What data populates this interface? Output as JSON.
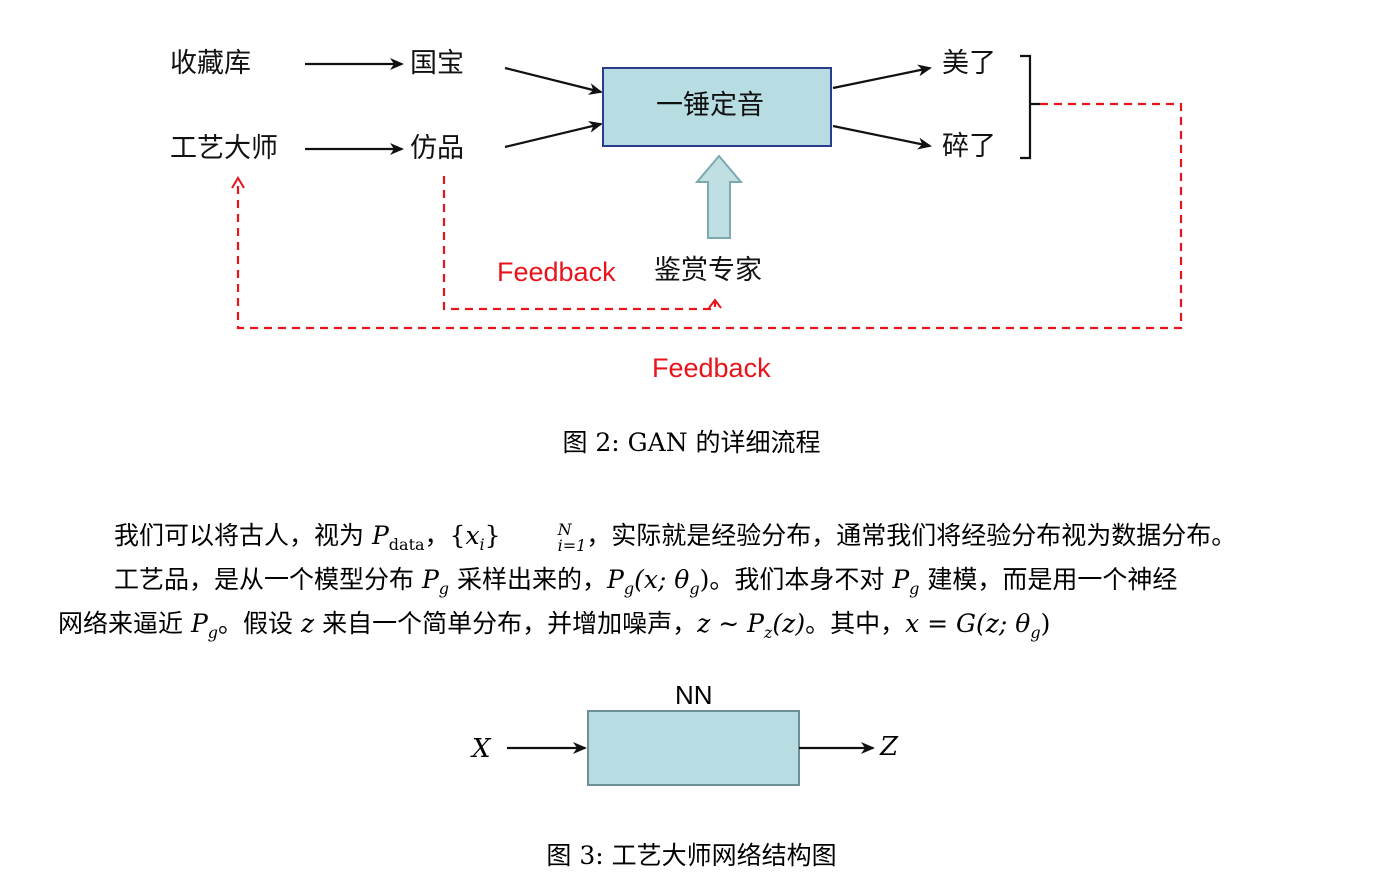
{
  "figure2": {
    "nodes": {
      "collection": "收藏库",
      "treasure": "国宝",
      "craftsman": "工艺大师",
      "fake": "仿品",
      "decision": "一锤定音",
      "beautiful": "美了",
      "broken": "碎了",
      "expert": "鉴赏专家"
    },
    "feedback_inner": "Feedback",
    "feedback_outer": "Feedback",
    "caption": "图 2: GAN 的详细流程",
    "colors": {
      "box_fill": "#b7dde3",
      "box_stroke": "#2b3c8c",
      "feedback": "#e8141b",
      "up_arrow_fill": "#bfdfe3",
      "up_arrow_stroke": "#7aa9b0"
    }
  },
  "paragraph": {
    "p1_a": "我们可以将古人，视为 ",
    "p1_P": "P",
    "p1_data": "data",
    "p1_b": "，{",
    "p1_x": "x",
    "p1_i": "i",
    "p1_c": "}",
    "p1_sup": "N",
    "p1_sub": "i=1",
    "p1_d": "，实际就是经验分布，通常我们将经验分布视为数据分布。",
    "p2_a": "工艺品，是从一个模型分布 ",
    "p2_P": "P",
    "p2_g": "g",
    "p2_b": " 采样出来的，",
    "p2_expr1": "P",
    "p2_expr1_sub": "g",
    "p2_expr1_rest": "(x; θ",
    "p2_expr1_sub2": "g",
    "p2_expr1_close": ")",
    "p2_c": "。我们本身不对 ",
    "p2_P2": "P",
    "p2_g2": "g",
    "p2_d": " 建模，而是用一个神经",
    "p3_a": "网络来逼近 ",
    "p3_P": "P",
    "p3_g": "g",
    "p3_b": "。假设 ",
    "p3_z": "z",
    "p3_c": " 来自一个简单分布，并增加噪声，",
    "p3_z2": "z ∼ P",
    "p3_zsub": "z",
    "p3_zarg": "(z)",
    "p3_d": "。其中，",
    "p3_expr": "x = G(z; θ",
    "p3_expr_sub": "g",
    "p3_expr_close": ")"
  },
  "figure3": {
    "box_label": "NN",
    "input": "X",
    "output": "Z",
    "caption": "图 3: 工艺大师网络结构图",
    "colors": {
      "box_fill": "#b7dde3",
      "box_stroke": "#6f8f96"
    }
  }
}
